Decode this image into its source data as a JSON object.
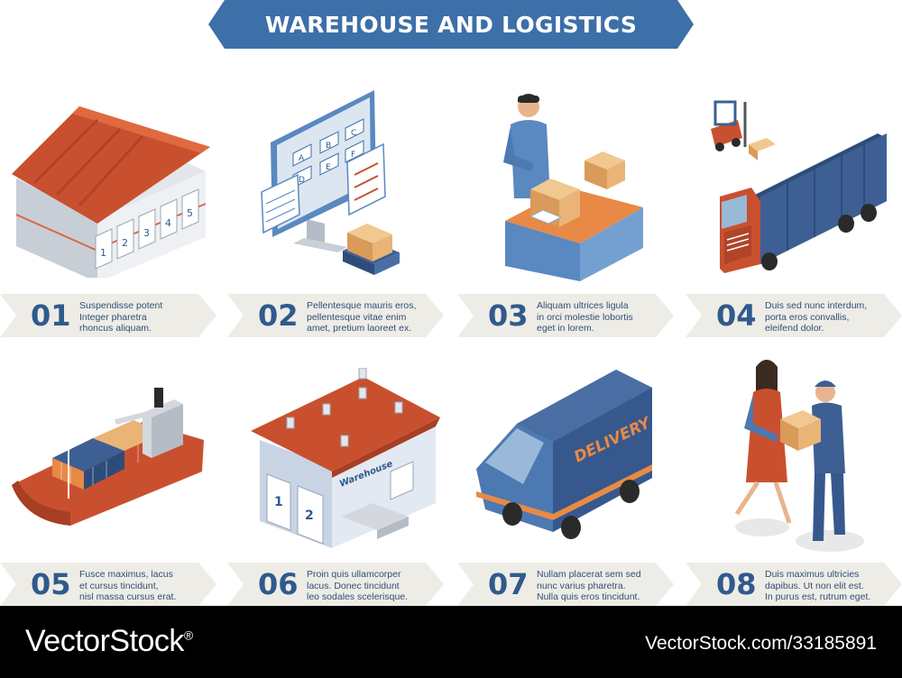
{
  "title": "WAREHOUSE AND LOGISTICS",
  "colors": {
    "banner": "#3d6fa8",
    "label_bg": "#eeece6",
    "number": "#2f5a8c",
    "roof": "#c9502f",
    "blue": "#3d5f93"
  },
  "items": [
    {
      "number": "01",
      "icon": "warehouse-building-icon",
      "lines": [
        "Suspendisse potent",
        "Integer pharetra",
        "rhoncus aliquam."
      ]
    },
    {
      "number": "02",
      "icon": "inventory-computer-icon",
      "lines": [
        "Pellentesque mauris eros,",
        "pellentesque vitae enim",
        "amet, pretium laoreet ex."
      ]
    },
    {
      "number": "03",
      "icon": "packing-worker-icon",
      "lines": [
        "Aliquam ultrices ligula",
        "in orci molestie lobortis",
        "eget in lorem."
      ]
    },
    {
      "number": "04",
      "icon": "truck-forklift-icon",
      "lines": [
        "Duis sed nunc interdum,",
        "porta eros convallis,",
        "eleifend dolor."
      ]
    },
    {
      "number": "05",
      "icon": "cargo-ship-icon",
      "lines": [
        "Fusce maximus, lacus",
        "et cursus tincidunt,",
        "nisl massa cursus erat."
      ]
    },
    {
      "number": "06",
      "icon": "warehouse-house-icon",
      "lines": [
        "Proin quis ullamcorper",
        "lacus. Donec tincidunt",
        "leo sodales scelerisque."
      ]
    },
    {
      "number": "07",
      "icon": "delivery-van-icon",
      "lines": [
        "Nullam placerat sem sed",
        "nunc varius pharetra.",
        "Nulla quis eros tincidunt."
      ]
    },
    {
      "number": "08",
      "icon": "courier-handover-icon",
      "lines": [
        "Duis maximus ultricies",
        "dapibus. Ut non elit est.",
        "In purus est, rutrum eget."
      ]
    }
  ],
  "warehouse_doors": [
    "1",
    "2",
    "3",
    "4",
    "5"
  ],
  "monitor_cells": [
    "A",
    "B",
    "C",
    "D",
    "E",
    "F"
  ],
  "house_doors": [
    "1",
    "2"
  ],
  "house_sign": "Warehouse",
  "van_text": "DELIVERY",
  "footer": {
    "brand": "VectorStock",
    "registered": "®",
    "ref": "VectorStock.com/33185891"
  }
}
